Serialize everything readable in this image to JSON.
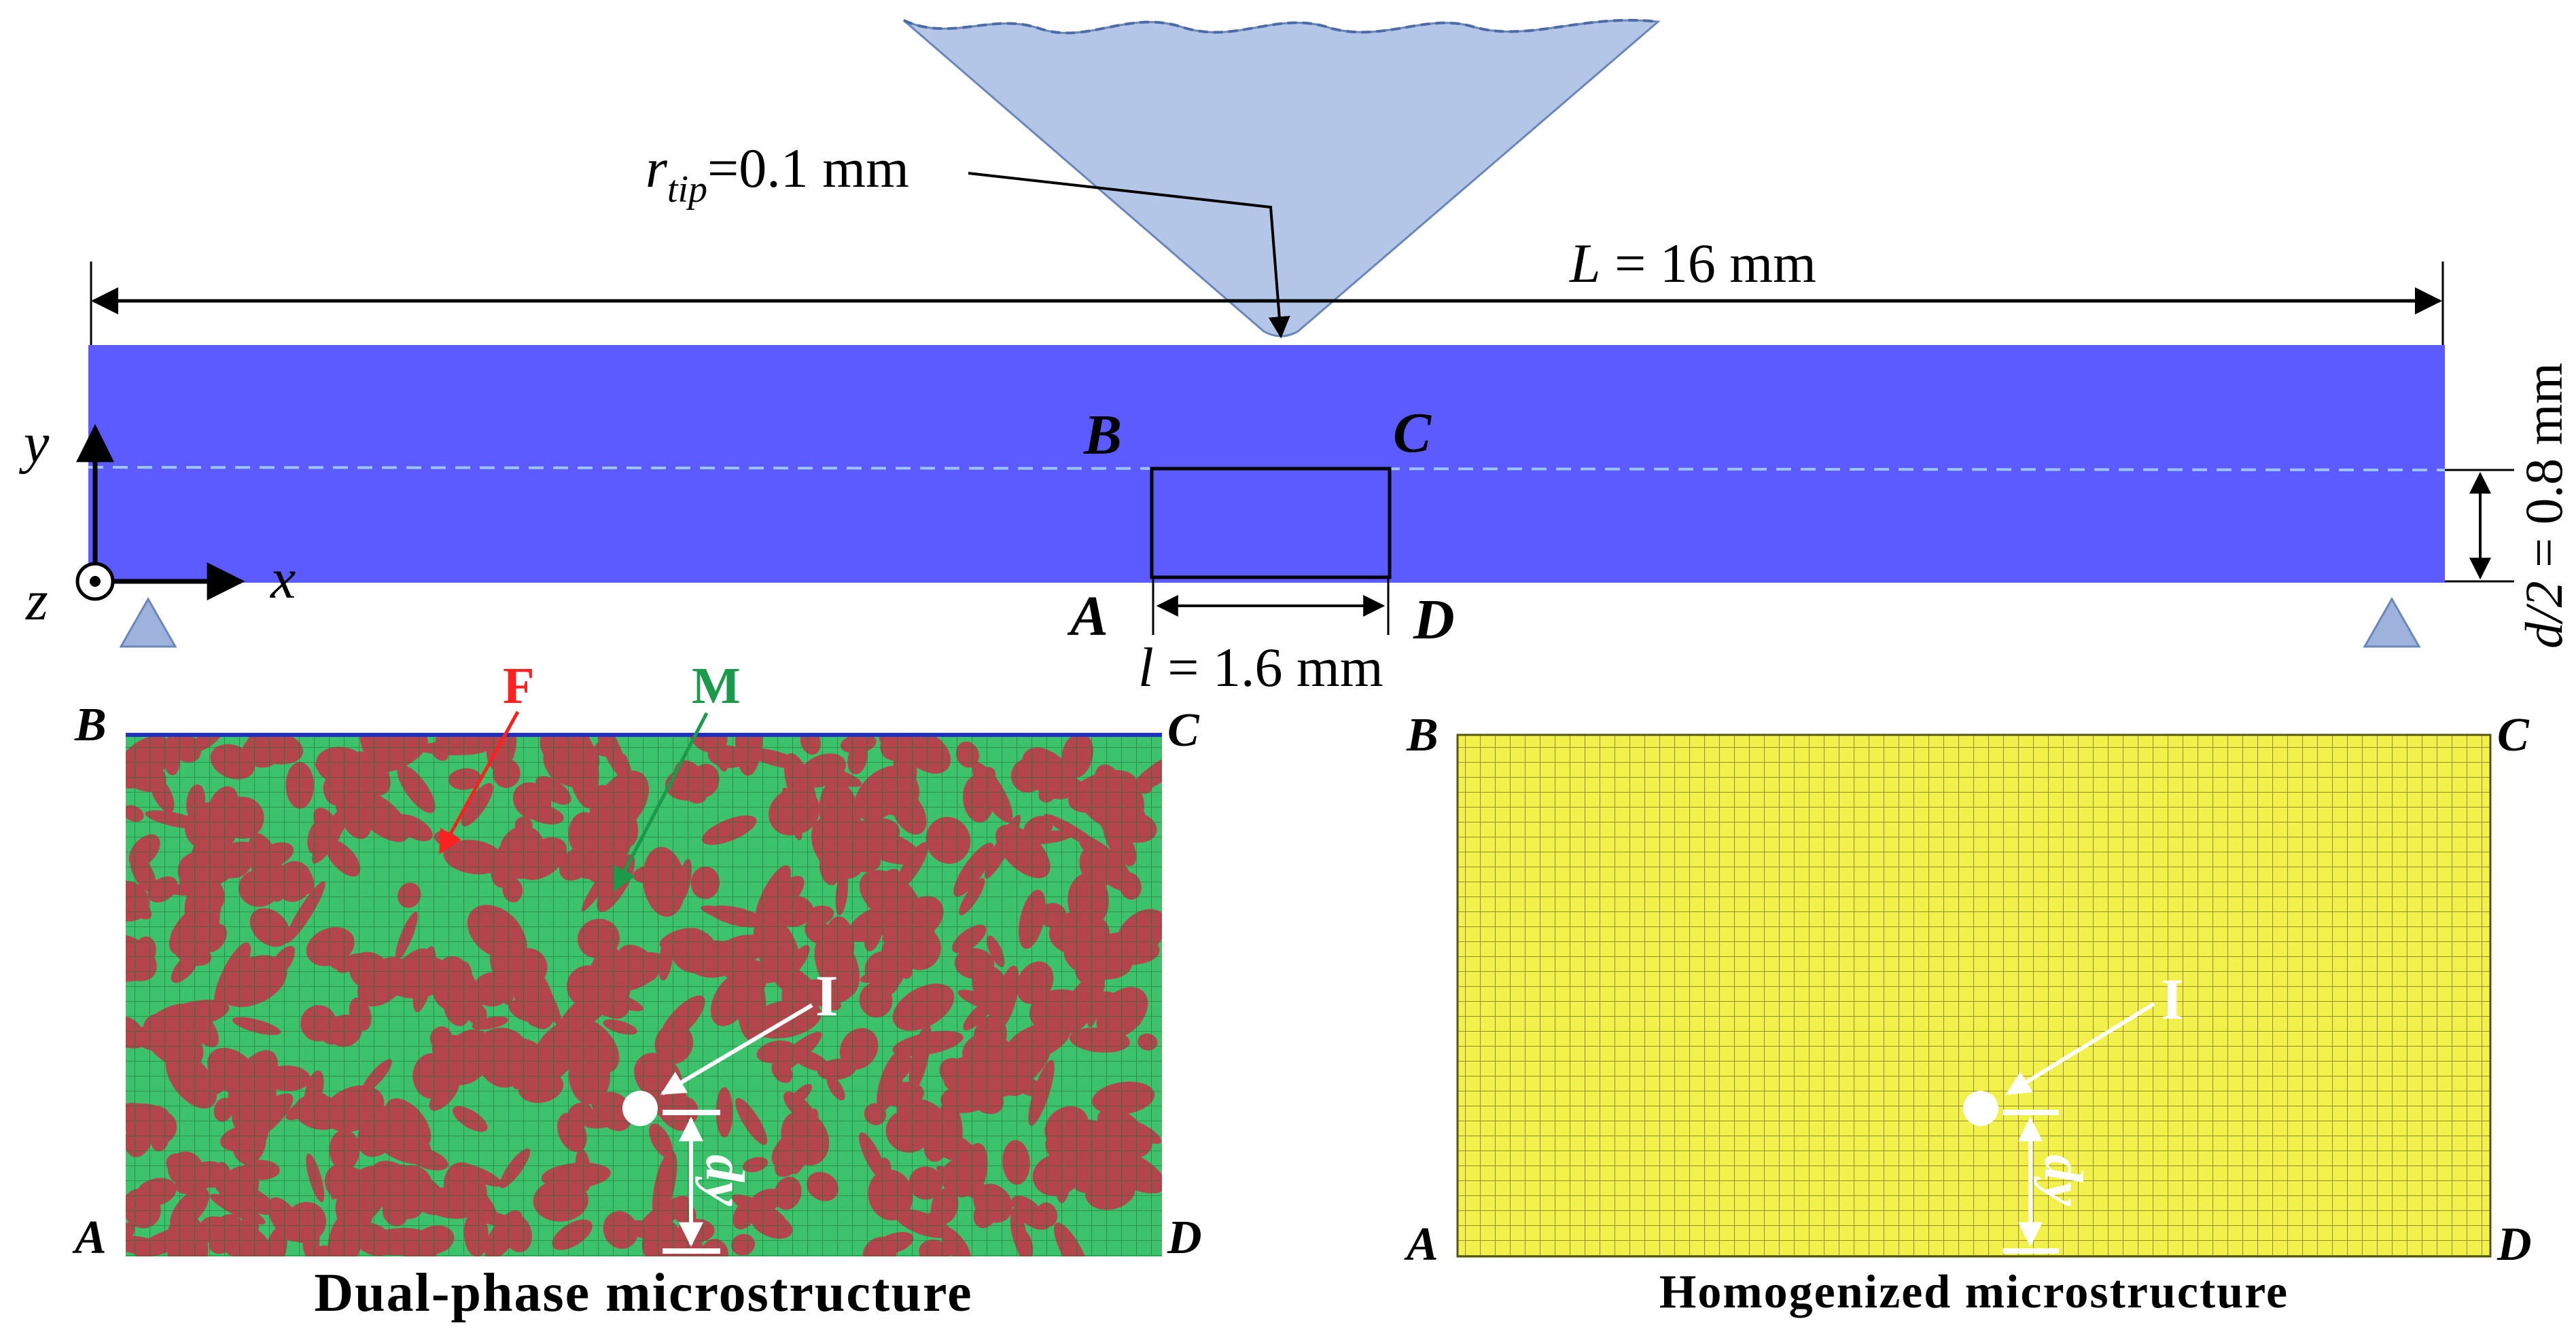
{
  "beam": {
    "tip_label": "r",
    "tip_sub": "tip",
    "tip_value": "=0.1 mm",
    "length_label": "L",
    "length_value": " = 16 mm",
    "half_depth_label": "d/2",
    "half_depth_value": " = 0.8 mm",
    "window_length_label": "l",
    "window_length_value": " = 1.6 mm",
    "corner_a": "A",
    "corner_b": "B",
    "corner_c": "C",
    "corner_d": "D",
    "axis_x": "x",
    "axis_y": "y",
    "axis_z": "z"
  },
  "left_panel": {
    "caption": "Dual-phase microstructure",
    "ferrite_label": "F",
    "martensite_label": "M",
    "interface_label": "I",
    "dy_label": "dy",
    "corner_a": "A",
    "corner_b": "B",
    "corner_c": "C",
    "corner_d": "D"
  },
  "right_panel": {
    "caption": "Homogenized microstructure",
    "interface_label": "I",
    "dy_label": "dy",
    "corner_a": "A",
    "corner_b": "B",
    "corner_c": "C",
    "corner_d": "D"
  },
  "colors": {
    "beam": "#5b5bff",
    "indenter": "#b3c6e7",
    "support": "#9db3dc",
    "ferrite": "#b5454c",
    "martensite": "#3bc26a",
    "homogenized": "#f2f04a",
    "label_red": "#ff2020",
    "label_green": "#1a9a4a"
  }
}
